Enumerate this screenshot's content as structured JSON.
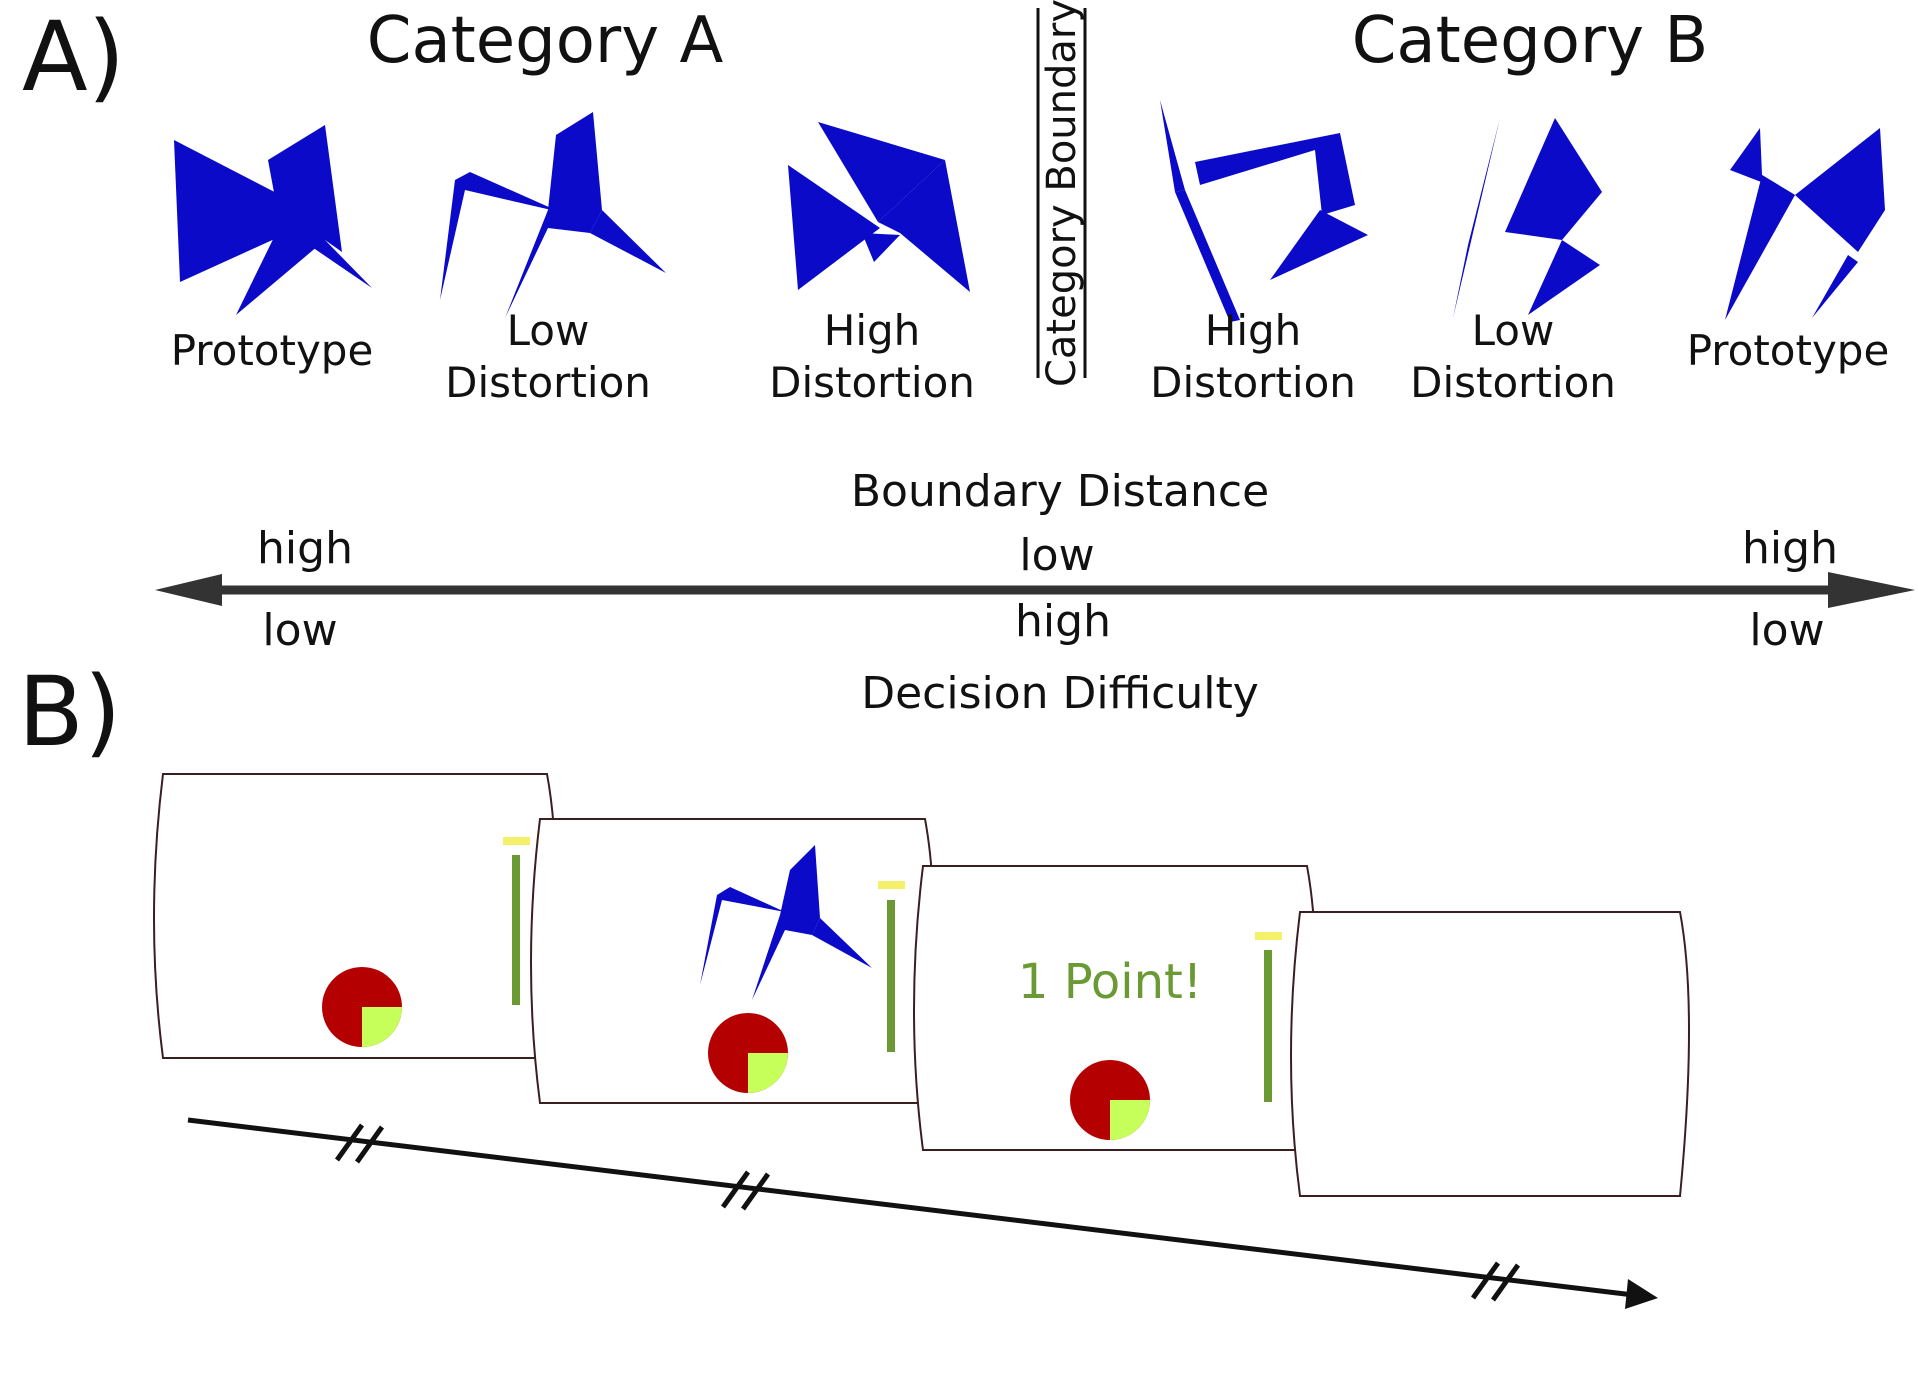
{
  "panel_a": {
    "label": "A)",
    "category_a_title": "Category A",
    "category_b_title": "Category B",
    "boundary_label": "Category Boundary",
    "stimuli": [
      {
        "category": "A",
        "label_lines": [
          "Prototype"
        ]
      },
      {
        "category": "A",
        "label_lines": [
          "Low",
          "Distortion"
        ]
      },
      {
        "category": "A",
        "label_lines": [
          "High",
          "Distortion"
        ]
      },
      {
        "category": "B",
        "label_lines": [
          "High",
          "Distortion"
        ]
      },
      {
        "category": "B",
        "label_lines": [
          "Low",
          "Distortion"
        ]
      },
      {
        "category": "B",
        "label_lines": [
          "Prototype"
        ]
      }
    ],
    "axis": {
      "top_title": "Boundary Distance",
      "bottom_title": "Decision Difficulty",
      "left_top": "high",
      "left_bottom": "low",
      "center_top": "low",
      "center_bottom": "high",
      "right_top": "high",
      "right_bottom": "low"
    }
  },
  "panel_b": {
    "label": "B)",
    "feedback_text": "1 Point!",
    "screens": [
      {
        "name": "fixation",
        "progress_ring": true,
        "timer_bar": true,
        "stimulus": false
      },
      {
        "name": "stimulus",
        "progress_ring": true,
        "timer_bar": true,
        "stimulus": true
      },
      {
        "name": "feedback",
        "progress_ring": true,
        "timer_bar": true,
        "stimulus": false
      },
      {
        "name": "blank",
        "progress_ring": false,
        "timer_bar": false,
        "stimulus": false
      }
    ],
    "colors": {
      "ring_red": "#b40000",
      "ring_green": "#c6ff5a",
      "timer_green": "#6b9a35",
      "timer_cap": "#f5f06a",
      "stimulus_blue": "#0a0ac8"
    }
  }
}
